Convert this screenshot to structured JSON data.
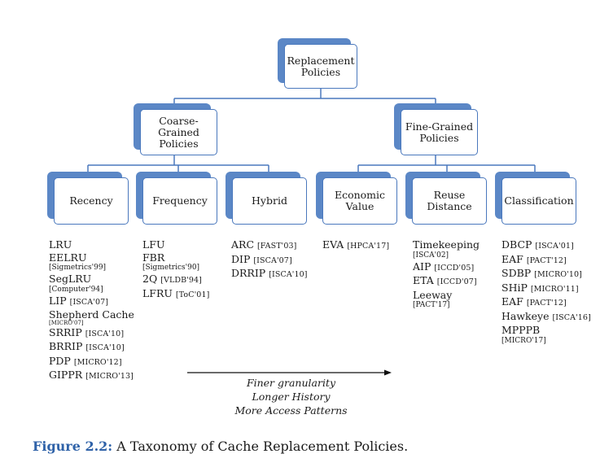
{
  "tree": {
    "root": "Replacement Policies",
    "coarse": "Coarse-Grained Policies",
    "fine": "Fine-Grained Policies",
    "recency": "Recency",
    "frequency": "Frequency",
    "hybrid": "Hybrid",
    "economic": "Economic Value",
    "reuse": "Reuse Distance",
    "classification": "Classification"
  },
  "lists": {
    "recency": [
      {
        "name": "LRU",
        "cite": ""
      },
      {
        "name": "EELRU",
        "cite": "",
        "sub": "[Sigmetrics'99]"
      },
      {
        "name": "SegLRU",
        "cite": "",
        "sub": "[Computer'94]"
      },
      {
        "name": "LIP",
        "cite": "[ISCA'07]"
      },
      {
        "name": "Shepherd Cache",
        "cite": "",
        "tiny": "[MICRO'07]"
      },
      {
        "name": "SRRIP",
        "cite": "[ISCA'10]"
      },
      {
        "name": "BRRIP",
        "cite": "[ISCA'10]"
      },
      {
        "name": "PDP",
        "cite": "[MICRO'12]"
      },
      {
        "name": "GIPPR",
        "cite": "[MICRO'13]"
      }
    ],
    "frequency": [
      {
        "name": "LFU",
        "cite": ""
      },
      {
        "name": "FBR",
        "cite": "",
        "sub": "[Sigmetrics'90]"
      },
      {
        "name": "2Q",
        "cite": "[VLDB'94]"
      },
      {
        "name": "LFRU",
        "cite": "[ToC'01]"
      }
    ],
    "hybrid": [
      {
        "name": "ARC",
        "cite": "[FAST'03]"
      },
      {
        "name": "DIP",
        "cite": "[ISCA'07]"
      },
      {
        "name": "DRRIP",
        "cite": "[ISCA'10]"
      }
    ],
    "economic": [
      {
        "name": "EVA",
        "cite": "[HPCA'17]"
      }
    ],
    "reuse": [
      {
        "name": "Timekeeping",
        "cite": "",
        "sub": "[ISCA'02]"
      },
      {
        "name": "AIP",
        "cite": "[ICCD'05]"
      },
      {
        "name": "ETA",
        "cite": "[ICCD'07]"
      },
      {
        "name": "Leeway",
        "cite": "",
        "sub": "[PACT'17]"
      }
    ],
    "classification": [
      {
        "name": "DBCP",
        "cite": "[ISCA'01]"
      },
      {
        "name": "EAF",
        "cite": "[PACT'12]"
      },
      {
        "name": "SDBP",
        "cite": "[MICRO'10]"
      },
      {
        "name": "SHiP",
        "cite": "[MICRO'11]"
      },
      {
        "name": "EAF",
        "cite": "[PACT'12]"
      },
      {
        "name": "Hawkeye",
        "cite": "[ISCA'16]"
      },
      {
        "name": "MPPPB",
        "cite": "",
        "sub": "[MICRO'17]"
      }
    ]
  },
  "arrow_text": {
    "line1": "Finer granularity",
    "line2": "Longer History",
    "line3": "More Access Patterns"
  },
  "caption": {
    "label": "Figure 2.2:",
    "text": "A Taxonomy of Cache Replacement Policies."
  },
  "colors": {
    "accent": "#4a78bd",
    "shadow": "#5b87c6",
    "caption_label": "#2f62a8"
  }
}
